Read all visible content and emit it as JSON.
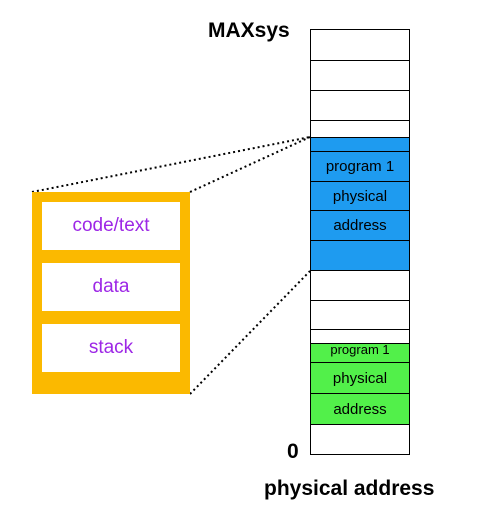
{
  "labels": {
    "max": "MAXsys",
    "zero": "0",
    "axis": "physical address"
  },
  "program": {
    "segments": [
      "code/text",
      "data",
      "stack"
    ]
  },
  "memory": {
    "program1_line1": "program 1",
    "program1_line2": "physical",
    "program1_line3": "address",
    "green_line1": "program 1",
    "green_line2": "physical",
    "green_line3": "address"
  },
  "colors": {
    "blue_region": "#1e9bf0",
    "green_region": "#52f04a",
    "program_box": "#fbb900",
    "segment_text": "#9d27e6"
  }
}
